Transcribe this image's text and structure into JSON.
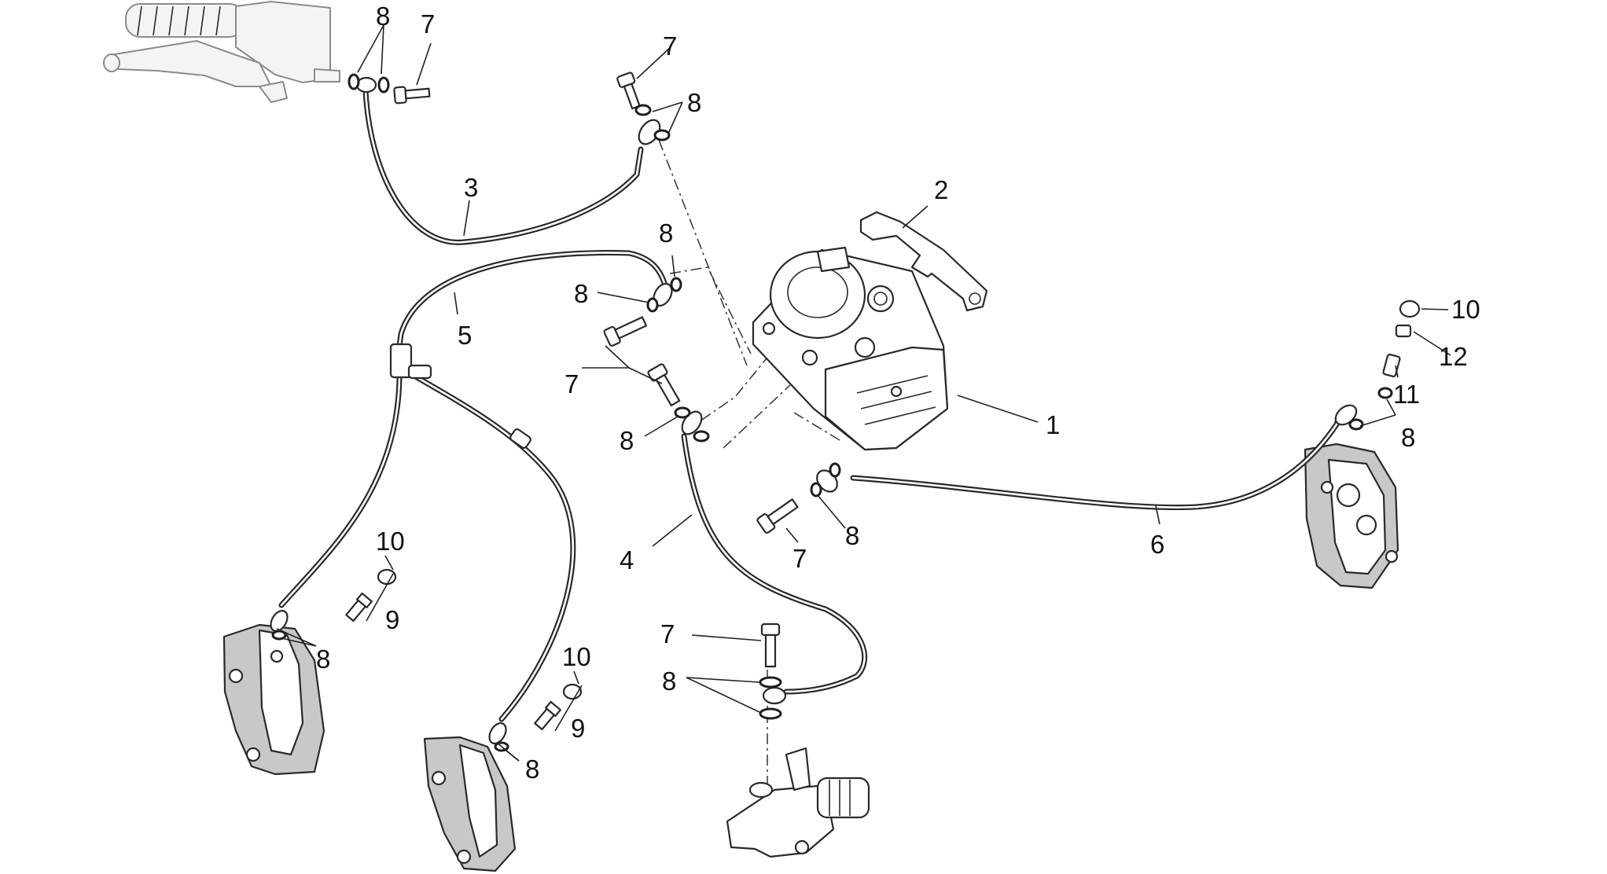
{
  "callouts": {
    "c1": "1",
    "c2": "2",
    "c3": "3",
    "c4": "4",
    "c5": "5",
    "c6": "6",
    "c7a": "7",
    "c7b": "7",
    "c7c": "7",
    "c7d": "7",
    "c7e": "7",
    "c8a": "8",
    "c8b": "8",
    "c8c": "8",
    "c8d": "8",
    "c8e": "8",
    "c8f": "8",
    "c8g": "8",
    "c8h": "8",
    "c8i": "8",
    "c8j": "8",
    "c9a": "9",
    "c9b": "9",
    "c10a": "10",
    "c10b": "10",
    "c10c": "10",
    "c11": "11",
    "c12": "12"
  }
}
